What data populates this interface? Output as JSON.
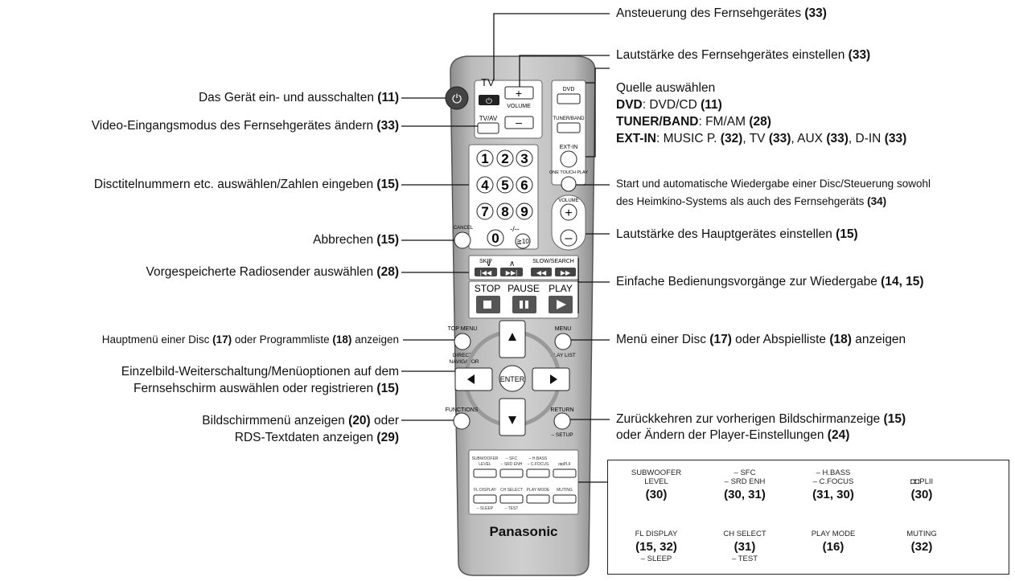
{
  "labels_right": [
    {
      "pre": "Ansteuerung des Fernsehgerätes ",
      "ref": "(33)"
    },
    {
      "pre": "Lautstärke des Fernsehgerätes einstellen ",
      "ref": "(33)"
    }
  ],
  "source": {
    "title": "Quelle auswählen",
    "dvd_key": "DVD",
    "dvd_text": ": DVD/CD ",
    "dvd_ref": "(11)",
    "tuner_key": "TUNER/BAND",
    "tuner_text": ": FM/AM ",
    "tuner_ref": "(28)",
    "ext_key": "EXT-IN",
    "ext_text": ": MUSIC P. ",
    "ext_ref1": "(32)",
    "ext_t2": ", TV ",
    "ext_ref2": "(33)",
    "ext_t3": ", AUX ",
    "ext_ref3": "(33)",
    "ext_t4": ", D-IN ",
    "ext_ref4": "(33)"
  },
  "one_touch": {
    "line1": "Start und automatische Wiedergabe einer Disc/Steuerung sowohl",
    "line2_pre": "des Heimkino-Systems als auch des Fernsehgeräts ",
    "line2_ref": "(34)"
  },
  "main_volume": {
    "pre": "Lautstärke des Hauptgerätes einstellen ",
    "ref": "(15)"
  },
  "playback": {
    "pre": "Einfache Bedienungsvorgänge zur Wiedergabe ",
    "ref": "(14, 15)"
  },
  "menu_disc": {
    "pre": "Menü einer Disc ",
    "ref1": "(17)",
    "mid": " oder Abspielliste ",
    "ref2": "(18)",
    "post": " anzeigen"
  },
  "return": {
    "l1_pre": "Zurückkehren zur vorherigen Bildschirmanzeige ",
    "l1_ref": "(15)",
    "l2_pre": "oder Ändern der Player-Einstellungen ",
    "l2_ref": "(24)"
  },
  "left": {
    "power": {
      "pre": "Das Gerät ein- und ausschalten ",
      "ref": "(11)"
    },
    "tvav": {
      "pre": "Video-Eingangsmodus des Fernsehgerätes ändern ",
      "ref": "(33)"
    },
    "numbers": {
      "pre": "Disctitelnummern etc. auswählen/Zahlen eingeben ",
      "ref": "(15)"
    },
    "cancel": {
      "pre": "Abbrechen ",
      "ref": "(15)"
    },
    "skip": {
      "pre": "Vorgespeicherte Radiosender auswählen ",
      "ref": "(28)"
    },
    "topmenu": {
      "pre": "Hauptmenü einer Disc ",
      "ref1": "(17)",
      "mid": " oder Programmliste ",
      "ref2": "(18)",
      "post": " anzeigen"
    },
    "cursor": {
      "l1": "Einzelbild-Weiterschaltung/Menüoptionen auf dem",
      "l2_pre": "Fernsehschirm auswählen oder registrieren ",
      "l2_ref": "(15)"
    },
    "functions": {
      "l1_pre": "Bildschirmmenü anzeigen ",
      "l1_ref": "(20)",
      "l1_post": " oder",
      "l2_pre": "RDS-Textdaten anzeigen ",
      "l2_ref": "(29)"
    }
  },
  "remote": {
    "tv": "TV",
    "volume": "VOLUME",
    "tvav": "TV/AV",
    "dvd": "DVD",
    "tuner": "TUNER/BAND",
    "extin": "EXT-IN",
    "onetouch": "ONE TOUCH PLAY",
    "digits": [
      "1",
      "2",
      "3",
      "4",
      "5",
      "6",
      "7",
      "8",
      "9",
      "0"
    ],
    "dash": "-/--",
    "ten": "≧10",
    "cancel": "CANCEL",
    "skip": "SKIP",
    "slow": "SLOW/SEARCH",
    "stop": "STOP",
    "pause": "PAUSE",
    "play": "PLAY",
    "topmenu": "TOP MENU",
    "direct": "DIRECT",
    "navigator": "NAVIGATOR",
    "menu": "MENU",
    "playlist": "PLAY LIST",
    "enter": "ENTER",
    "functions": "FUNCTIONS",
    "return": "RETURN",
    "setup": "– SETUP",
    "brand": "Panasonic"
  },
  "inset": [
    {
      "l1": "SUBWOOFER",
      "l2": "LEVEL",
      "num": "(30)",
      "sub": ""
    },
    {
      "l1": "– SFC",
      "l2": "– SRD ENH",
      "num": "(30, 31)",
      "sub": ""
    },
    {
      "l1": "– H.BASS",
      "l2": "– C.FOCUS",
      "num": "(31, 30)",
      "sub": ""
    },
    {
      "l1": "",
      "l2": "◘◘PLII",
      "num": "(30)",
      "sub": ""
    },
    {
      "l1": "",
      "l2": "FL DISPLAY",
      "num": "(15, 32)",
      "sub": "– SLEEP"
    },
    {
      "l1": "",
      "l2": "CH SELECT",
      "num": "(31)",
      "sub": "– TEST"
    },
    {
      "l1": "",
      "l2": "PLAY MODE",
      "num": "(16)",
      "sub": ""
    },
    {
      "l1": "",
      "l2": "MUTING",
      "num": "(32)",
      "sub": ""
    }
  ]
}
